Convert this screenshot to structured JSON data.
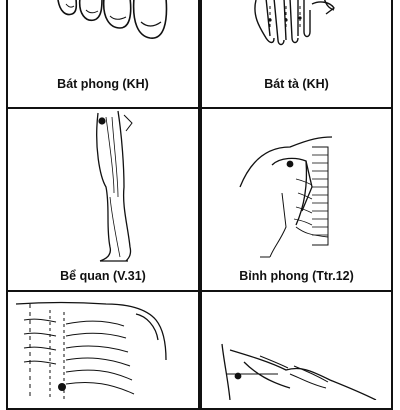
{
  "cards": [
    {
      "label": "Bát phong (KH)"
    },
    {
      "label": "Bát tà (KH)"
    },
    {
      "label": "Bể quan (V.31)"
    },
    {
      "label": "Bỉnh phong (Ttr.12)"
    },
    {
      "label": ""
    },
    {
      "label": ""
    }
  ]
}
